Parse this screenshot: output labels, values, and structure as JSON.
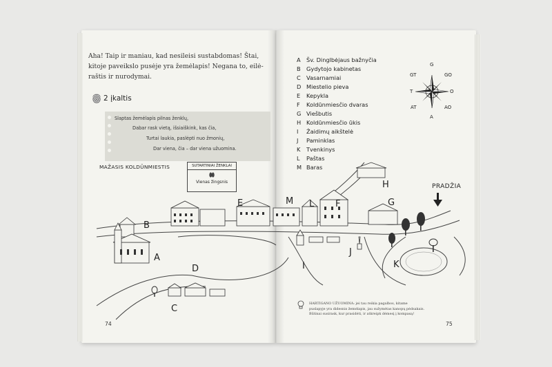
{
  "left_page": {
    "intro_lines": [
      "Aha! Taip ir maniau, kad nesileisi sustabdomas! Štai,",
      "kitoje paveikslo pusėje yra žemėlapis! Negana to, eilė-",
      "raštis ir nurodymai."
    ],
    "task_label": "2 įkaltis",
    "riddle_lines": [
      "Slaptas žemėlapis pilnas ženklų,",
      "Dabar rask vietą, išsiaiškink, kas čia,",
      "Turtai laukia, paslėpti nuo žmonių,",
      "Dar viena, čia – dar viena užuomina."
    ],
    "map_title": "MAŽASIS KOLDŪNMIESTIS",
    "legend_title": "SUTARTINIAI ŽENKLAI",
    "legend_step_label": "Vienas žingsnis",
    "page_number": "74"
  },
  "right_page": {
    "legend": [
      {
        "letter": "A",
        "label": "Šv. Dinglbėjaus bažnyčia"
      },
      {
        "letter": "B",
        "label": "Gydytojo kabinetas"
      },
      {
        "letter": "C",
        "label": "Vasarnamiai"
      },
      {
        "letter": "D",
        "label": "Miestelio pieva"
      },
      {
        "letter": "E",
        "label": "Kepykla"
      },
      {
        "letter": "F",
        "label": "Koldūnmiesčio dvaras"
      },
      {
        "letter": "G",
        "label": "Viešbutis"
      },
      {
        "letter": "H",
        "label": "Koldūnmiesčio ūkis"
      },
      {
        "letter": "I",
        "label": "Žaidimų aikštelė"
      },
      {
        "letter": "J",
        "label": "Paminklas"
      },
      {
        "letter": "K",
        "label": "Tvenkinys"
      },
      {
        "letter": "L",
        "label": "Paštas"
      },
      {
        "letter": "M",
        "label": "Baras"
      }
    ],
    "compass": {
      "n": "G",
      "ne": "GO",
      "e": "O",
      "se": "AO",
      "s": "A",
      "sw": "AT",
      "w": "T",
      "nw": "GT"
    },
    "start_label": "PRADŽIA",
    "note_lines": [
      "HARTIGANO UŽUOMINA: jei tau reikia pagalbos, kitame",
      "puslapyje yra didesnis žemėlapis, jau sužymėtas kanopų pėdsakais.",
      "Būtinai susirask, kur prasidėti, ir atkreipk dėmesį į kompasą!"
    ],
    "page_number": "75"
  },
  "map_letters": {
    "a": "A",
    "b": "B",
    "c": "C",
    "d": "D",
    "e": "E",
    "f": "F",
    "g": "G",
    "h": "H",
    "i": "I",
    "j": "J",
    "k": "K",
    "l": "L",
    "m": "M"
  }
}
